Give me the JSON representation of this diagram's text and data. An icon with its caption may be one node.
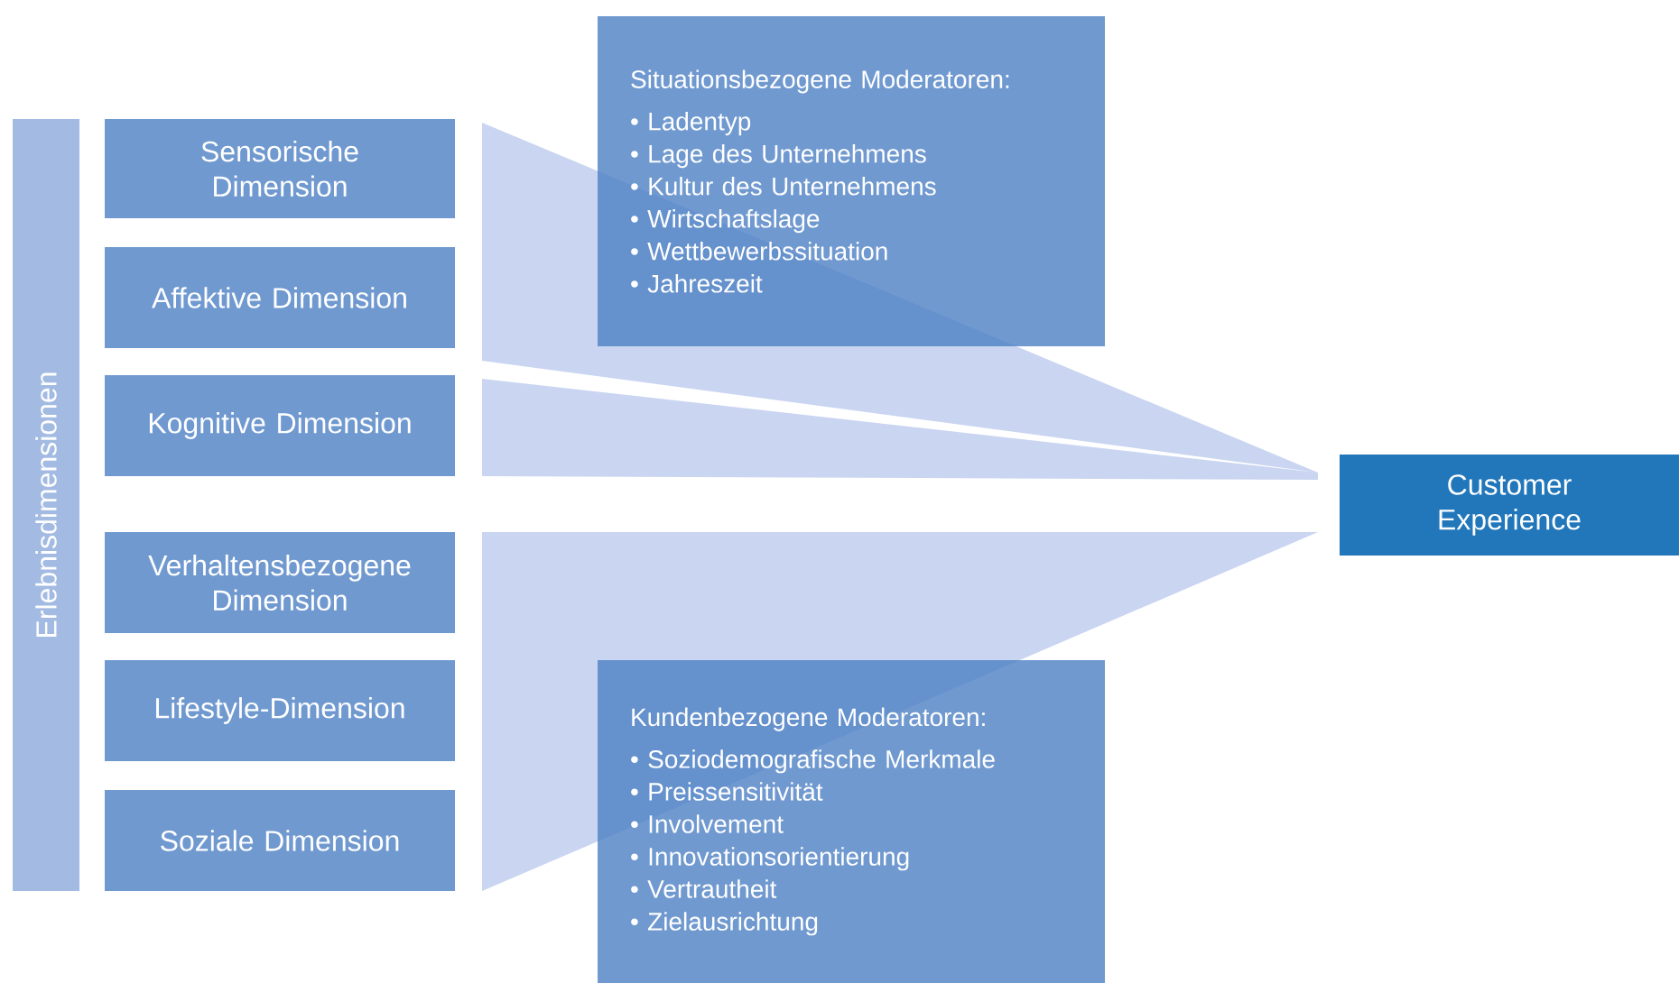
{
  "diagram": {
    "nodes": [
      {
        "text": [
          "Erlebnisdimensionen"
        ]
      },
      {
        "text": [
          "Sensorische Dimension"
        ]
      },
      {
        "text": [
          "Affektive Dimension"
        ]
      },
      {
        "text": [
          "Kognitive Dimension"
        ]
      },
      {
        "text": [
          "Verhaltensbezogene Dimension"
        ]
      },
      {
        "text": [
          "Lifestyle-Dimension"
        ]
      },
      {
        "text": [
          "Soziale Dimension"
        ]
      },
      {
        "text": [
          "Situationsbezogene Moderatoren:",
          "• Ladentyp",
          "• Lage des Unternehmens",
          "• Kultur des Unternehmens",
          "• Wirtschaftslage",
          "• Wettbewerbssituation",
          "• Jahreszeit"
        ]
      },
      {
        "text": [
          "Customer Experience"
        ]
      },
      {
        "text": [
          "Kundenbezogene Moderatoren:",
          "• Soziodemografische Merkmale",
          "• Preissensitivität",
          "• Involvement",
          "• Innovationsorientierung",
          "• Vertrautheit",
          "• Zielausrichtung"
        ]
      }
    ]
  }
}
